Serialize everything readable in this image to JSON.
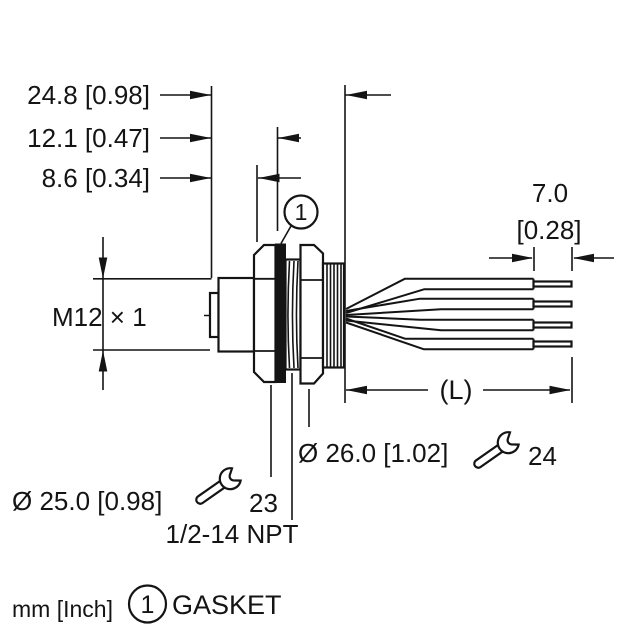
{
  "colors": {
    "ink": "#141414",
    "background": "#ffffff"
  },
  "dimensions": {
    "total_length": "24.8 [0.98]",
    "mid_length": "12.1 [0.47]",
    "front_length": "8.6 [0.34]",
    "wire_strip_mm": "7.0",
    "wire_strip_inch": "[0.28]",
    "mating_thread": "M12 × 1",
    "lead_length": "(L)",
    "locknut_diameter": "Ø 26.0 [1.02]",
    "locknut_wrench_size": "24",
    "gasket_diameter": "Ø 25.0 [0.98]",
    "hex_wrench_size": "23",
    "mounting_thread": "1/2-14 NPT"
  },
  "callout": {
    "number": "1"
  },
  "footer": {
    "units": "mm [Inch]",
    "legend_number": "1",
    "legend_label": "GASKET"
  }
}
